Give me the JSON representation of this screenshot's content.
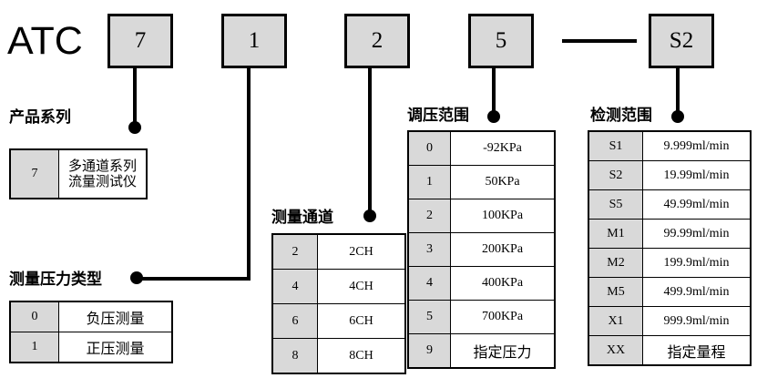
{
  "brand": "ATC",
  "model_boxes": [
    {
      "value": "7",
      "name": "model-code-box-series"
    },
    {
      "value": "1",
      "name": "model-code-box-pressure-type"
    },
    {
      "value": "2",
      "name": "model-code-box-channel"
    },
    {
      "value": "5",
      "name": "model-code-box-pressure-range"
    },
    {
      "value": "S2",
      "name": "model-code-box-detection-range"
    }
  ],
  "separator": "dash",
  "sections": {
    "product_series": {
      "caption": "产品系列",
      "rows": [
        {
          "code": "7",
          "desc": "多通道系列\n流量测试仪"
        }
      ]
    },
    "pressure_type": {
      "caption": "测量压力类型",
      "rows": [
        {
          "code": "0",
          "desc": "负压测量"
        },
        {
          "code": "1",
          "desc": "正压测量"
        }
      ]
    },
    "measure_channel": {
      "caption": "测量通道",
      "rows": [
        {
          "code": "2",
          "desc": "2CH"
        },
        {
          "code": "4",
          "desc": "4CH"
        },
        {
          "code": "6",
          "desc": "6CH"
        },
        {
          "code": "8",
          "desc": "8CH"
        }
      ]
    },
    "pressure_range": {
      "caption": "调压范围",
      "rows": [
        {
          "code": "0",
          "desc": "-92KPa"
        },
        {
          "code": "1",
          "desc": "50KPa"
        },
        {
          "code": "2",
          "desc": "100KPa"
        },
        {
          "code": "3",
          "desc": "200KPa"
        },
        {
          "code": "4",
          "desc": "400KPa"
        },
        {
          "code": "5",
          "desc": "700KPa"
        },
        {
          "code": "9",
          "desc": "指定压力"
        }
      ]
    },
    "detection_range": {
      "caption": "检测范围",
      "rows": [
        {
          "code": "S1",
          "desc": "9.999ml/min"
        },
        {
          "code": "S2",
          "desc": "19.99ml/min"
        },
        {
          "code": "S5",
          "desc": "49.99ml/min"
        },
        {
          "code": "M1",
          "desc": "99.99ml/min"
        },
        {
          "code": "M2",
          "desc": "199.9ml/min"
        },
        {
          "code": "M5",
          "desc": "499.9ml/min"
        },
        {
          "code": "X1",
          "desc": "999.9ml/min"
        },
        {
          "code": "XX",
          "desc": "指定量程"
        }
      ]
    }
  },
  "colors": {
    "box_fill": "#d9d9d9",
    "line": "#000000",
    "background": "#ffffff"
  }
}
